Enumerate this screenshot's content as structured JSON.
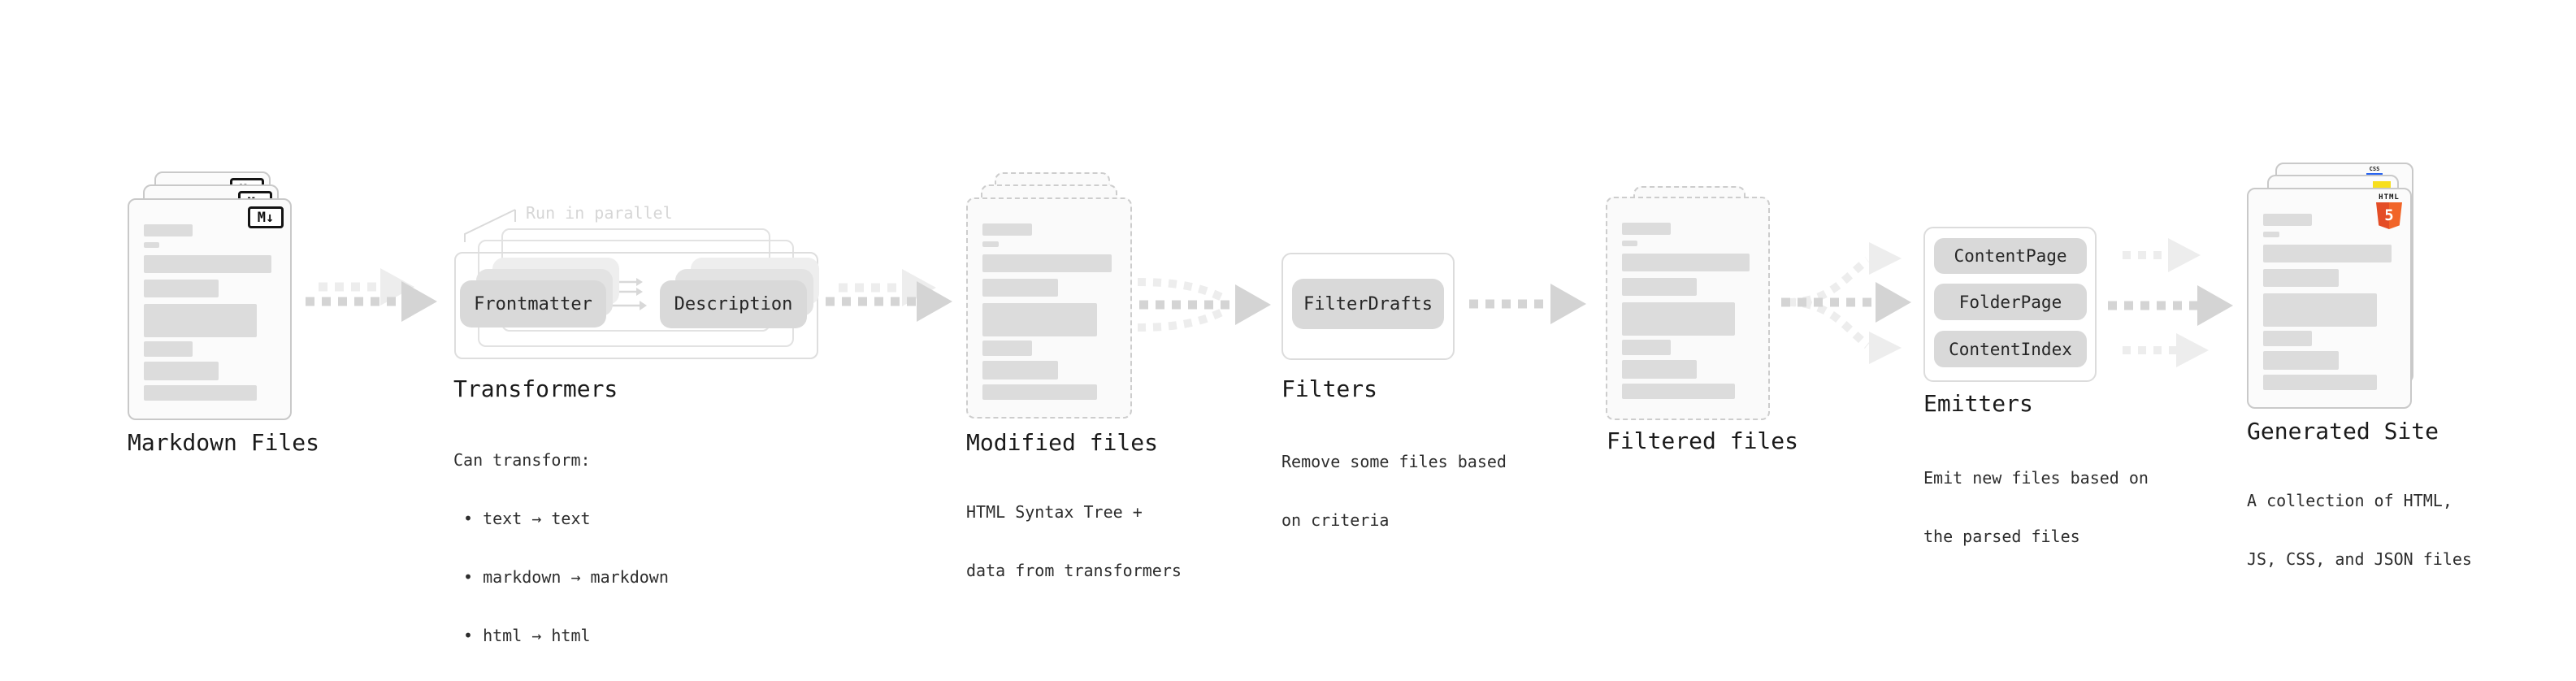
{
  "diagram": {
    "markdown": {
      "label": "Markdown Files",
      "badge": "M↓"
    },
    "transformers": {
      "label": "Transformers",
      "callout": "Run in parallel",
      "node_left": "Frontmatter",
      "node_right": "Description",
      "desc_heading": "Can transform:",
      "bullets": [
        "• text → text",
        "• markdown → markdown",
        "• html → html"
      ]
    },
    "modified": {
      "label": "Modified files",
      "desc_line1": "HTML Syntax Tree +",
      "desc_line2": "data from transformers"
    },
    "filters": {
      "label": "Filters",
      "node": "FilterDrafts",
      "desc_line1": "Remove some files based",
      "desc_line2": "on criteria"
    },
    "filtered": {
      "label": "Filtered files"
    },
    "emitters": {
      "label": "Emitters",
      "nodes": [
        "ContentPage",
        "FolderPage",
        "ContentIndex"
      ],
      "desc_line1": "Emit new files based on",
      "desc_line2": "the parsed files"
    },
    "generated": {
      "label": "Generated Site",
      "badge_html_label": "HTML",
      "badge_html_number": "5",
      "badge_css_label": "CSS",
      "desc_line1": "A collection of HTML,",
      "desc_line2": "JS, CSS, and JSON files"
    },
    "colors": {
      "html5_orange": "#e44d26",
      "js_yellow": "#f7df1e",
      "css_blue": "#2965f1",
      "arrow_gray": "#d4d4d4",
      "arrow_light": "#ededed"
    }
  }
}
